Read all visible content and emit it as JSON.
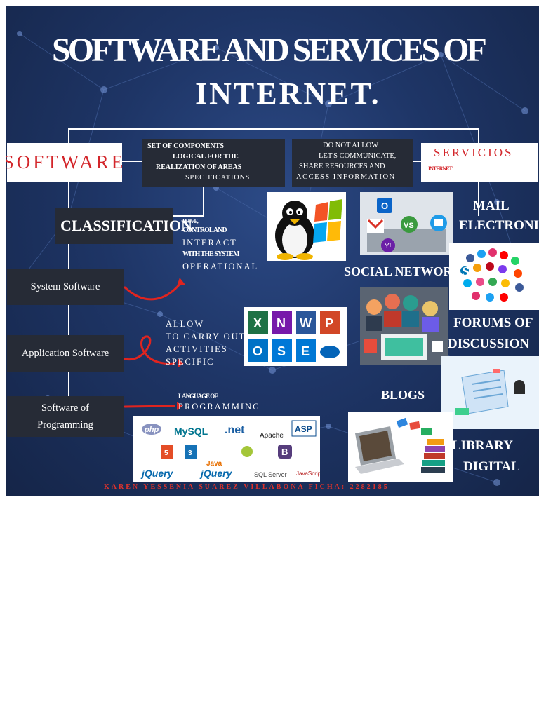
{
  "title": {
    "line1": "SOFTWARE AND SERVICES OF",
    "line2": "INTERNET."
  },
  "software": {
    "label": "SOFTWARE",
    "definition": [
      "SET OF COMPONENTS",
      "LOGICAL FOR THE",
      "REALIZATION OF AREAS",
      "SPECIFICATIONS"
    ]
  },
  "servicios": {
    "label": "SERVICIOS",
    "sublabel": "INTERNET",
    "definition": [
      "DO NOT ALLOW",
      "LET'S COMMUNICATE,",
      "SHARE RESOURCES AND",
      "ACCESS INFORMATION"
    ]
  },
  "classification": {
    "label": "CLASSIFICATION"
  },
  "types": [
    {
      "label": "System Software",
      "description": [
        "DRIVE,",
        "CONTROL AND",
        "INTERACT",
        "WITH THE SYSTEM",
        "OPERATIONAL"
      ]
    },
    {
      "label": "Application Software",
      "description": [
        "ALLOW",
        "TO CARRY OUT",
        "ACTIVITIES",
        "SPECIFIC"
      ]
    },
    {
      "label_line1": "Software of",
      "label_line2": "Programming",
      "description": [
        "LANGUAGE OF",
        "PROGRAMMING"
      ]
    }
  ],
  "services": [
    {
      "line1": "MAIL",
      "line2": "ELECTRONIC"
    },
    {
      "line1": "SOCIAL NETWORKS"
    },
    {
      "line1": "FORUMS OF",
      "line2": "DISCUSSION"
    },
    {
      "line1": "BLOGS"
    },
    {
      "line1": "LIBRARY",
      "line2": "DIGITAL"
    }
  ],
  "prog_logos": [
    "php",
    "MySQL",
    ".net",
    "Apache",
    "ASP.net",
    "HTML5",
    "CSS3",
    "Java",
    "android",
    "B",
    "jQuery",
    "jQuery",
    "SQL Server",
    "JavaScript"
  ],
  "office_letters": [
    "X",
    "N",
    "W",
    "P",
    "O",
    "S",
    "E"
  ],
  "credit": "KAREN YESSENIA SUAREZ VILLABONA FICHA: 2282185",
  "colors": {
    "accent_red": "#d3262b",
    "background_navy": "#1e3566",
    "box_dark": "#262b36"
  }
}
